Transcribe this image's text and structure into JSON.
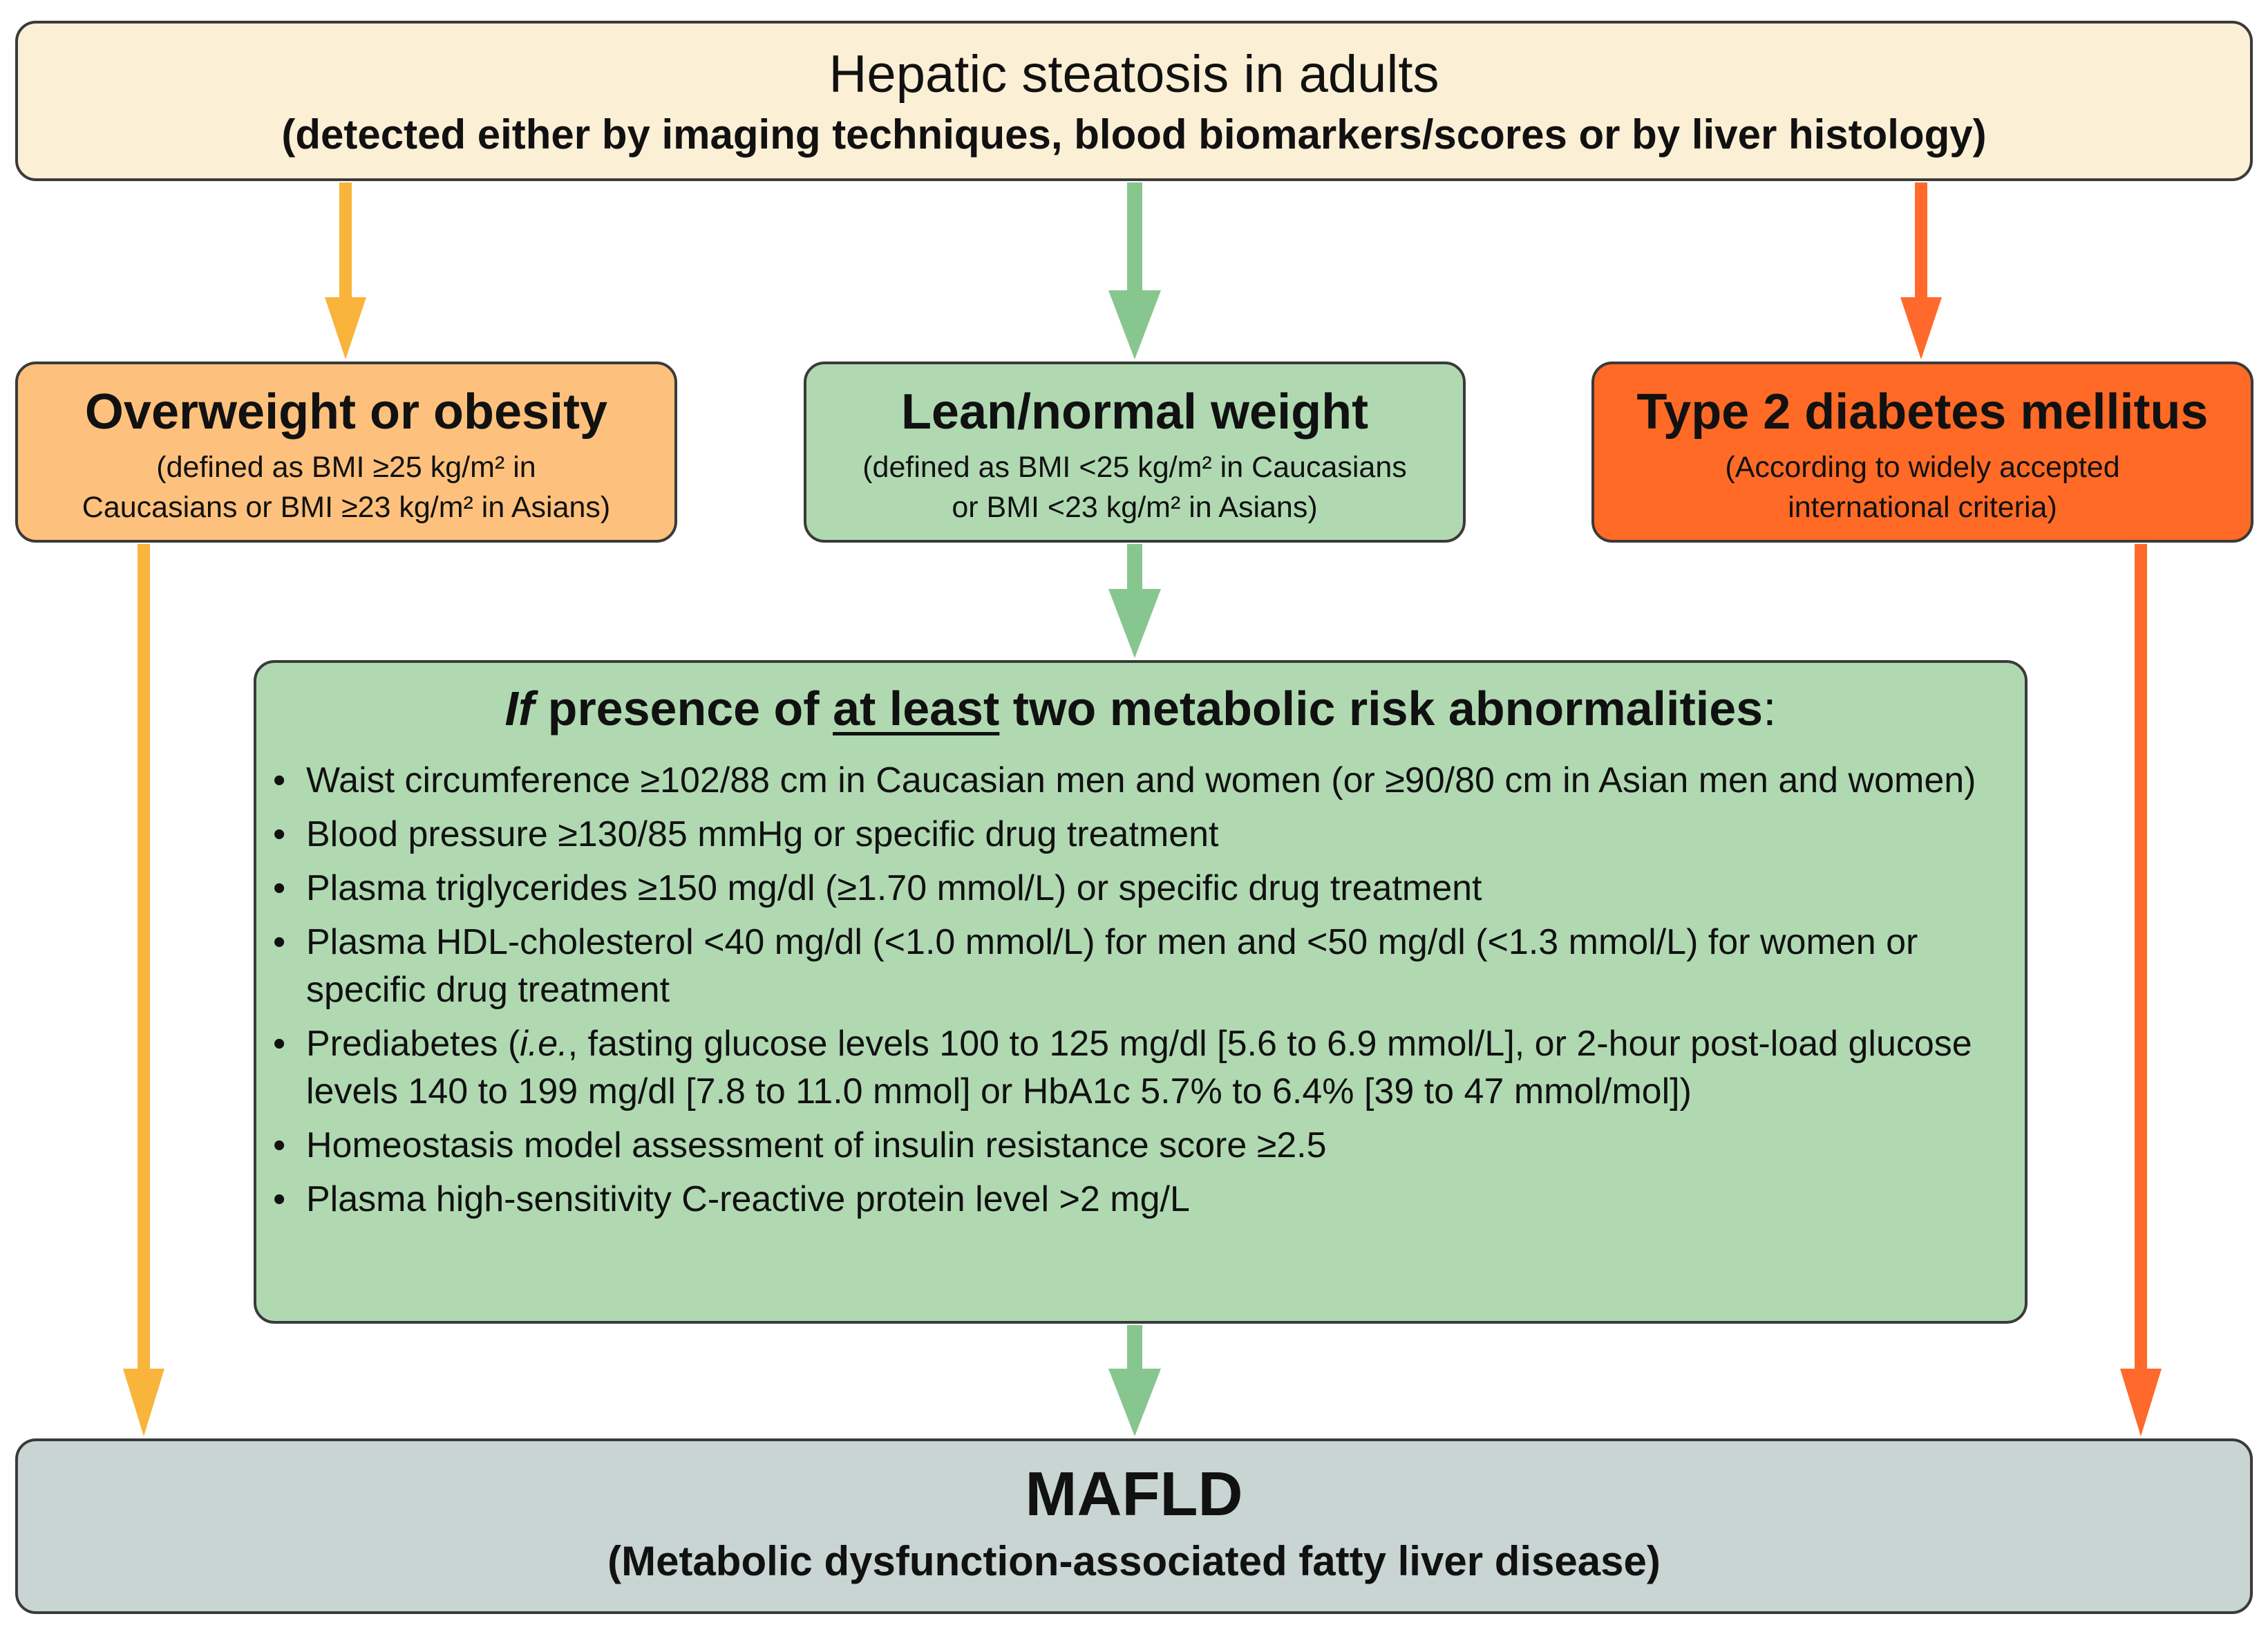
{
  "top": {
    "title": "Hepatic steatosis in adults",
    "subtitle": "(detected either by imaging techniques, blood biomarkers/scores or by liver histology)"
  },
  "categories": [
    {
      "title": "Overweight or obesity",
      "line1": "(defined as BMI ≥25 kg/m² in",
      "line2": "Caucasians or BMI ≥23 kg/m² in Asians)"
    },
    {
      "title": "Lean/normal weight",
      "line1": "(defined as BMI <25 kg/m² in Caucasians",
      "line2": "or BMI <23 kg/m² in Asians)"
    },
    {
      "title": "Type 2 diabetes mellitus",
      "line1": "(According to widely accepted",
      "line2": "international criteria)"
    }
  ],
  "risk": {
    "title_if": "If",
    "title_pre": " presence of ",
    "title_underlined": "at least",
    "title_post": " two metabolic risk abnormalities",
    "title_colon": ":",
    "items": [
      "Waist circumference ≥102/88 cm in Caucasian men and women (or ≥90/80 cm in Asian men and women)",
      "Blood pressure ≥130/85 mmHg or specific drug treatment",
      "Plasma triglycerides ≥150 mg/dl (≥1.70 mmol/L) or specific drug treatment",
      "Plasma HDL-cholesterol <40 mg/dl (<1.0 mmol/L) for men and <50 mg/dl (<1.3 mmol/L) for women or specific drug treatment",
      {
        "pre": "Prediabetes (",
        "ie": "i.e.",
        "post": ", fasting glucose levels 100 to 125 mg/dl [5.6 to 6.9 mmol/L], or 2-hour post-load glucose levels 140 to 199 mg/dl [7.8 to 11.0 mmol] or HbA1c 5.7% to 6.4% [39 to 47 mmol/mol])"
      },
      "Homeostasis model assessment of insulin resistance score ≥2.5",
      "Plasma high-sensitivity C-reactive protein level >2 mg/L"
    ]
  },
  "result": {
    "title": "MAFLD",
    "subtitle": "(Metabolic dysfunction-associated fatty liver disease)"
  },
  "colors": {
    "top_fill": "#fbefd5",
    "overweight_fill": "#fdc17d",
    "lean_fill": "#b0d9b2",
    "diabetes_fill": "#ff6a26",
    "mafld_fill": "#c8d5d3",
    "arrow_orange": "#f9b43c",
    "arrow_green": "#88c690",
    "arrow_red": "#ff6a2c"
  }
}
